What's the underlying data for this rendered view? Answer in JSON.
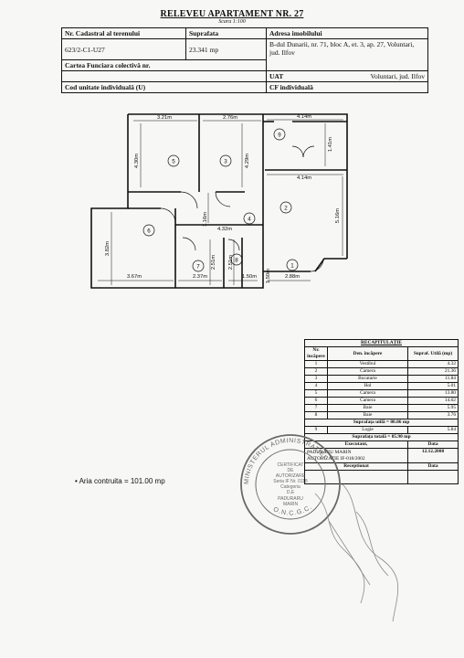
{
  "document": {
    "title": "RELEVEU APARTAMENT NR. 27",
    "scale": "Scara 1:100"
  },
  "header_table": {
    "col1_head": "Nr. Cadastral al terenului",
    "col2_head": "Suprafata",
    "col3_head": "Adresa imobilului",
    "cadastral_value": "623/2-C1-U27",
    "surface_value": "23.341 mp",
    "address_value": "B-dul Dunarii, nr. 71, bloc A, et. 3, ap. 27, Voluntari, jud. Ilfov",
    "carte_label": "Cartea Funciara colectivă nr.",
    "uat_label": "UAT",
    "uat_value": "Voluntari, jud. Ilfov",
    "cod_label": "Cod unitate individuală (U)",
    "cf_label": "CF individuală"
  },
  "floor_plan": {
    "dimensions": [
      "3.21m",
      "2.76m",
      "4.14m",
      "1.41m",
      "4.30m",
      "4.29m",
      "4.14m",
      "5.16m",
      "1.16m",
      "4.32m",
      "3.82m",
      "2.51m",
      "2.51m",
      "3.67m",
      "2.37m",
      "1.50m",
      "1.50m",
      "2.88m"
    ],
    "room_numbers": [
      "1",
      "2",
      "3",
      "4",
      "5",
      "6",
      "7",
      "8",
      "9"
    ]
  },
  "recap": {
    "title": "RECAPITULAȚIE",
    "head_nr": "Nr. încăpere",
    "head_den": "Den. încăpere",
    "head_supraf": "Supraf. Utilă (mp)",
    "rows": [
      {
        "nr": "1",
        "den": "Vestibul",
        "supraf": "4.32"
      },
      {
        "nr": "2",
        "den": "Camera",
        "supraf": "21.36"
      },
      {
        "nr": "3",
        "den": "Bucatarie",
        "supraf": "11.84"
      },
      {
        "nr": "4",
        "den": "Hol",
        "supraf": "5.01"
      },
      {
        "nr": "5",
        "den": "Camera",
        "supraf": "13.80"
      },
      {
        "nr": "6",
        "den": "Camera",
        "supraf": "14.02"
      },
      {
        "nr": "7",
        "den": "Baie",
        "supraf": "5.95"
      },
      {
        "nr": "8",
        "den": "Baie",
        "supraf": "3.76"
      }
    ],
    "supraf_utila": "Suprafața utilă = 80.06 mp",
    "logie_nr": "9",
    "logie_den": "Logie",
    "logie_supraf": "5.84",
    "supraf_totala": "Suprafața totală = 85.90 mp",
    "executant_label": "Executant,",
    "data_label": "Data",
    "executant_name": "PADURARU MARIN",
    "executant_aut": "AUTORIZATIE IF-018/2002",
    "executant_date": "12.12.2008",
    "receptionat_label": "Receptionat",
    "data_label2": "Data"
  },
  "aria": "• Aria contruita = 101.00 mp",
  "stamp": {
    "ring_text": "MINISTERUL ADMINISTRATIEI",
    "bottom_text": "O.N.C.G.C.",
    "center_lines": [
      "CERTIFICAT",
      "DE",
      "AUTORIZARE",
      "Seria IF Nr. 0118",
      "Categoria",
      "D,E",
      "PADURARU",
      "MARIN"
    ]
  },
  "colors": {
    "ink": "#111111",
    "stamp": "#6a6a6a",
    "paper": "#f7f7f5"
  }
}
